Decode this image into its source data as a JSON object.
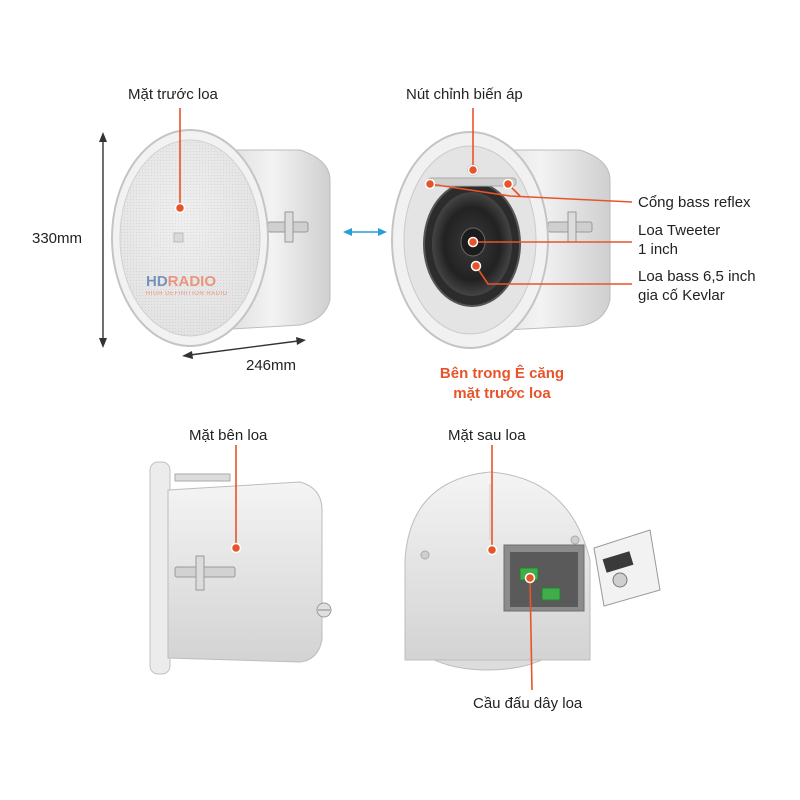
{
  "labels": {
    "front_face": "Mặt trước loa",
    "transformer_knob": "Nút chỉnh biến áp",
    "bass_reflex": "Cổng bass reflex",
    "tweeter_line1": "Loa Tweeter",
    "tweeter_line2": "1 inch",
    "woofer_line1": "Loa bass 6,5 inch",
    "woofer_line2": "gia cố Kevlar",
    "side_face": "Mặt bên loa",
    "rear_face": "Mặt sau loa",
    "terminal": "Cầu đấu dây loa"
  },
  "dimensions": {
    "height": "330mm",
    "width": "246mm"
  },
  "note": {
    "line1": "Bên trong Ê căng",
    "line2": "mặt trước loa"
  },
  "watermark": {
    "brand_prefix": "HD",
    "brand_suffix": "RADIO",
    "tagline": "HIGH DEFINITION RADIO"
  },
  "colors": {
    "accent": "#e8542a",
    "double_arrow": "#2a9fd6",
    "dimension_line": "#333333",
    "speaker_body": "#e6e6e6",
    "text": "#222222"
  }
}
